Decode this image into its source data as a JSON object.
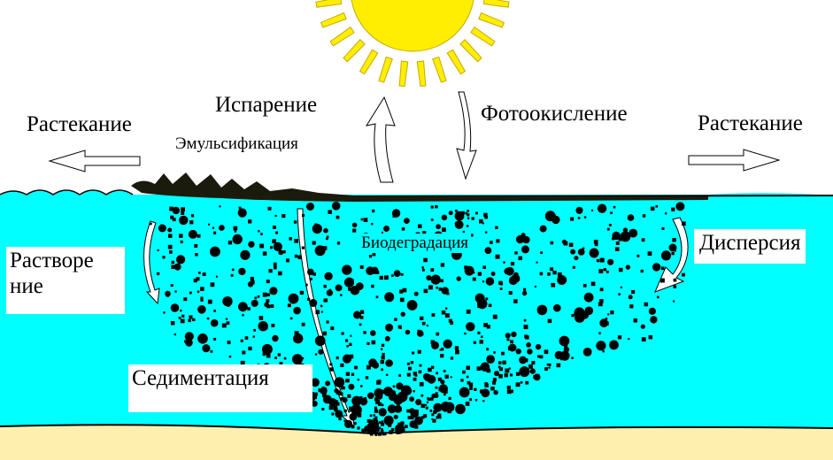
{
  "colors": {
    "sky": "#ffffff",
    "water": "#00ffff",
    "sand": "#fff0b0",
    "oil": "#1a1a0d",
    "sun": "#ffee00",
    "sun_outline": "#c8a800",
    "droplet": "#000000"
  },
  "labels": {
    "spreading_left": "Растекание",
    "evaporation": "Испарение",
    "emulsification": "Эмульсификация",
    "photooxidation": "Фотоокисление",
    "spreading_right": "Растекание",
    "dissolution_line1": "Растворе",
    "dissolution_line2": "ние",
    "biodegradation": "Биодеградация",
    "dispersion": "Дисперсия",
    "sedimentation": "Седиментация"
  },
  "icons": [
    "sun-icon",
    "arrow-left-icon",
    "arrow-right-icon",
    "arrow-up-icon",
    "arrow-down-icon",
    "curved-arrow-icon"
  ]
}
